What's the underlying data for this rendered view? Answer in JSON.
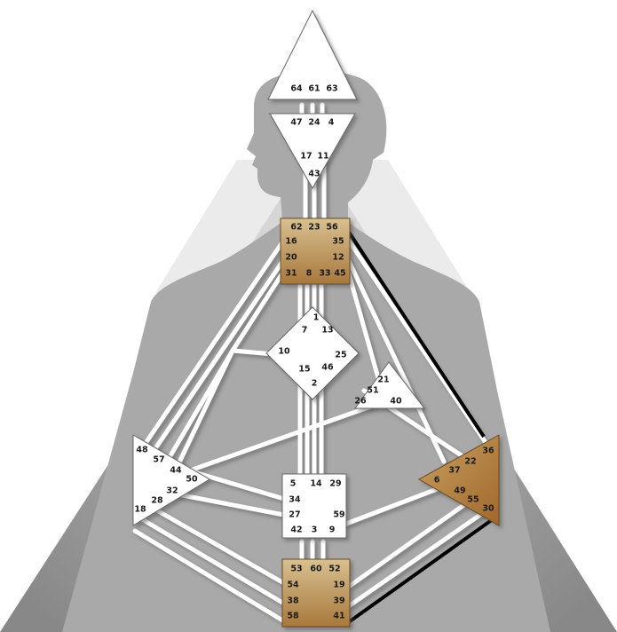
{
  "colors": {
    "background": "#ffffff",
    "outer_triangle": "#8d8d8d",
    "silhouette": "#a9a9a9",
    "shoulder_triangle": "#e6e6e6",
    "channel_fill": "#ffffff",
    "defined_center_light": "#d8c090",
    "defined_center_dark": "#a8783c",
    "undefined_center": "#ffffff",
    "defined_channel": "#000000"
  },
  "centers": {
    "head": {
      "defined": false,
      "gates": [
        "64",
        "61",
        "63"
      ]
    },
    "ajna": {
      "defined": false,
      "gates": [
        "47",
        "24",
        "4",
        "17",
        "11",
        "43"
      ]
    },
    "throat": {
      "defined": true,
      "gates": [
        "62",
        "23",
        "56",
        "16",
        "35",
        "20",
        "12",
        "31",
        "8",
        "33",
        "45"
      ]
    },
    "g": {
      "defined": false,
      "gates": [
        "1",
        "7",
        "13",
        "10",
        "25",
        "15",
        "46",
        "2"
      ]
    },
    "heart": {
      "defined": false,
      "gates": [
        "21",
        "51",
        "26",
        "40"
      ]
    },
    "spleen": {
      "defined": false,
      "gates": [
        "48",
        "57",
        "44",
        "50",
        "32",
        "28",
        "18"
      ]
    },
    "solar_plexus": {
      "defined": true,
      "gates": [
        "36",
        "22",
        "37",
        "6",
        "49",
        "55",
        "30"
      ]
    },
    "sacral": {
      "defined": false,
      "gates": [
        "5",
        "14",
        "29",
        "34",
        "27",
        "59",
        "42",
        "3",
        "9"
      ]
    },
    "root": {
      "defined": true,
      "gates": [
        "53",
        "60",
        "52",
        "54",
        "19",
        "38",
        "39",
        "58",
        "41"
      ]
    }
  }
}
